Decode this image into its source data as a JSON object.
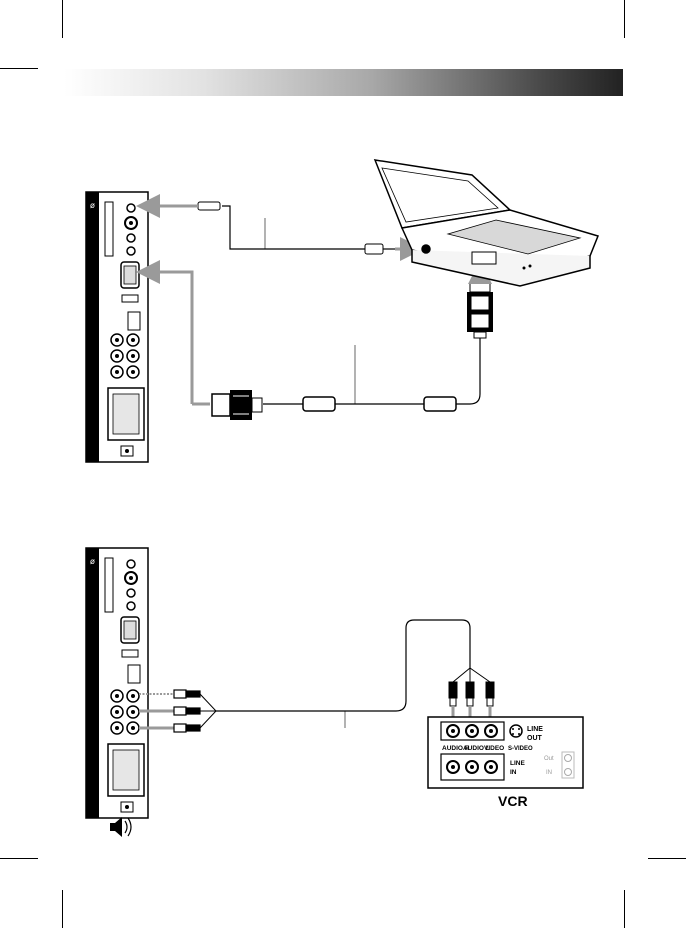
{
  "page": {
    "header_bar": ""
  },
  "diagram_pc": {
    "laptop_port_label": "",
    "tv_panel": {}
  },
  "diagram_vcr": {
    "vcr_panel": {
      "line_out_label": "LINE\nOUT",
      "line_out_l1": "LINE",
      "line_out_l2": "OUT",
      "svideo_label": "S-VIDEO",
      "audio_r_label": "AUDIO R",
      "audio_l_label": "AUDIO L",
      "video_label": "VIDEO",
      "line_in_l1": "LINE",
      "line_in_l2": "IN",
      "out_label": "Out",
      "in_label": "IN"
    },
    "device_label": "VCR"
  },
  "icons": [
    "speaker-icon",
    "laptop-icon",
    "vga-connector-icon",
    "rca-plug-icon"
  ]
}
